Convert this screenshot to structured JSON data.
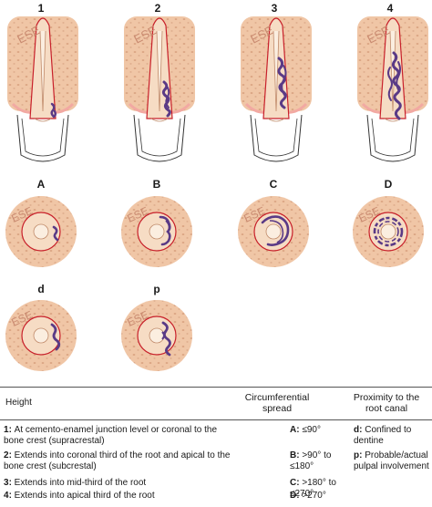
{
  "tooth_labels": [
    "1",
    "2",
    "3",
    "4"
  ],
  "cross_labels": [
    "A",
    "B",
    "C",
    "D"
  ],
  "prox_labels": [
    "d",
    "p"
  ],
  "tissue_text": "ESE",
  "colors": {
    "gum": "#f0c6a6",
    "gum_speck": "#d8a27f",
    "root": "#f6dcc4",
    "canal": "#fbeee0",
    "outline": "#c8202a",
    "lesion": "#5a3a86",
    "crown": "#ffffff"
  },
  "table": {
    "headers": {
      "height": "Height",
      "spread": "Circumferential spread",
      "proximity": "Proximity to the root canal"
    },
    "rows": [
      {
        "key": "1",
        "text": "At cemento-enamel junction level or coronal to the bone crest (supracrestal)",
        "spread_key": "A",
        "spread_text": "≤90°",
        "prox_key": "d",
        "prox_text": "Confined to dentine"
      },
      {
        "key": "2",
        "text": "Extends into coronal third of the root and apical to the bone crest (subcrestal)",
        "spread_key": "B",
        "spread_text": ">90° to ≤180°",
        "prox_key": "p",
        "prox_text": "Probable/actual pulpal involvement"
      },
      {
        "key": "3",
        "text": "Extends into mid-third of the root",
        "spread_key": "C",
        "spread_text": ">180° to ≤270°",
        "prox_key": "",
        "prox_text": ""
      },
      {
        "key": "4",
        "text": "Extends into apical third of the root",
        "spread_key": "D",
        "spread_text": ">270°",
        "prox_key": "",
        "prox_text": ""
      }
    ]
  }
}
